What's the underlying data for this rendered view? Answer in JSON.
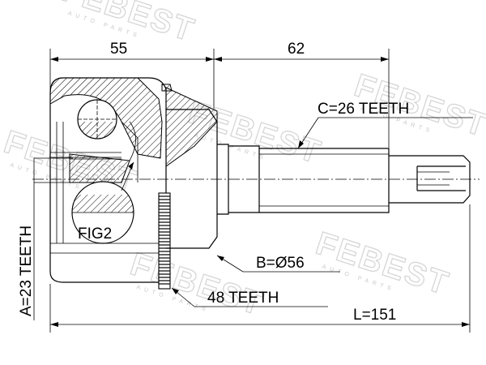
{
  "watermark": {
    "brand": "FEBEST",
    "tagline": "AUTO PARTS"
  },
  "dimensions": {
    "length_left": "55",
    "length_right": "62",
    "total_length": "L=151"
  },
  "callouts": {
    "outer_spline": "C=26 TEETH",
    "inner_spline": "A=23 TEETH",
    "abs_ring_diameter": "B=Ø56",
    "abs_ring_teeth": "48 TEETH",
    "detail_figure": "FIG2"
  },
  "colors": {
    "line": "#000000",
    "watermark": "#d6d6d6",
    "background": "#ffffff"
  }
}
